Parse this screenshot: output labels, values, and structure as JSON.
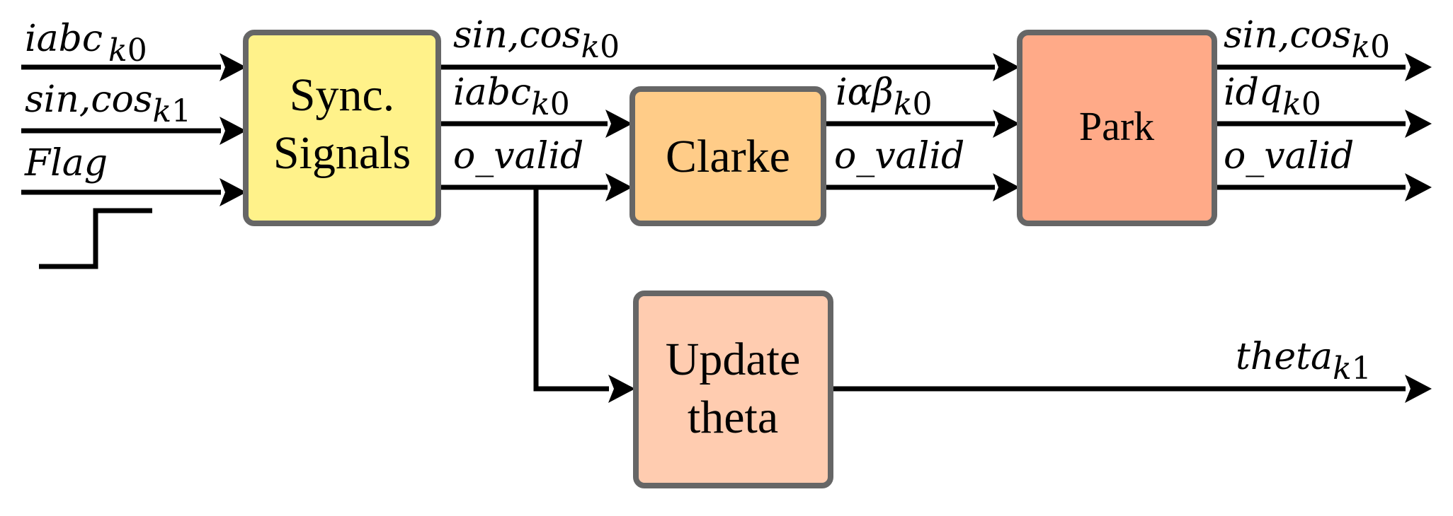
{
  "blocks": {
    "sync": {
      "line1": "Sync.",
      "line2": "Signals",
      "color": "#fff28a"
    },
    "clarke": {
      "label": "Clarke",
      "color": "#ffcc88"
    },
    "park": {
      "label": "Park",
      "color": "#ffaa88"
    },
    "update": {
      "line1": "Update",
      "line2": "theta",
      "color": "#ffccb0"
    }
  },
  "signals": {
    "in_iabc": {
      "base": "iabc",
      "k": "k",
      "idx": "0"
    },
    "in_sincos": {
      "base": "sin,cos",
      "k": "k",
      "idx": "1"
    },
    "in_flag": {
      "base": "Flag"
    },
    "sync_sincos": {
      "base": "sin,cos",
      "k": "k",
      "idx": "0"
    },
    "sync_iabc": {
      "base": "iabc",
      "k": "k",
      "idx": "0"
    },
    "sync_ovalid": {
      "base": "o_valid"
    },
    "clarke_ialphabeta": {
      "base": "iαβ",
      "k": "k",
      "idx": "0"
    },
    "clarke_ovalid": {
      "base": "o_valid"
    },
    "park_sincos": {
      "base": "sin,cos",
      "k": "k",
      "idx": "0"
    },
    "park_idq": {
      "base": "idq",
      "k": "k",
      "idx": "0"
    },
    "park_ovalid": {
      "base": "o_valid"
    },
    "out_theta": {
      "base": "theta",
      "k": "k",
      "idx": "1"
    }
  }
}
